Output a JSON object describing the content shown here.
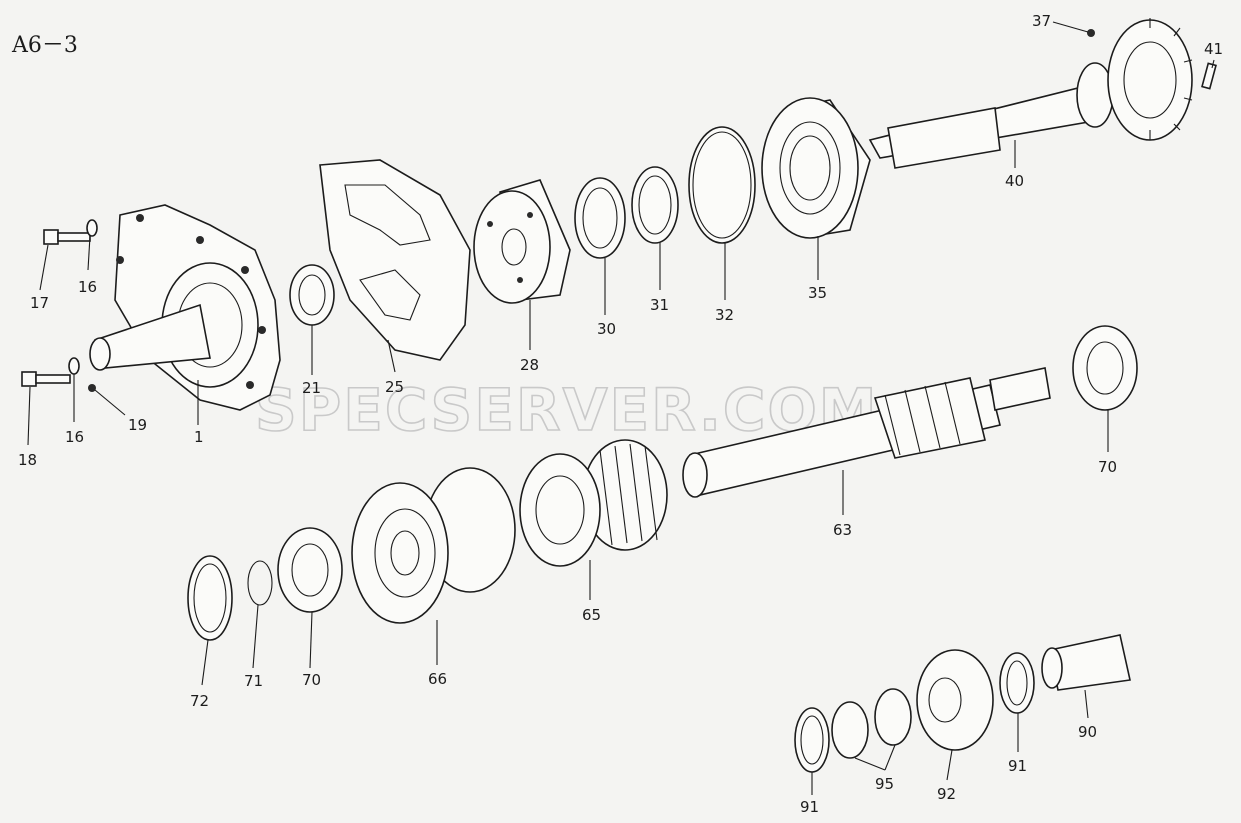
{
  "title": "A6－3",
  "watermark": "SPECSERVER.COM",
  "labels": {
    "l37": "37",
    "l41": "41",
    "l40": "40",
    "l35": "35",
    "l32": "32",
    "l31": "31",
    "l30": "30",
    "l28": "28",
    "l25": "25",
    "l21": "21",
    "l17": "17",
    "l16a": "16",
    "l18": "18",
    "l16b": "16",
    "l19": "19",
    "l1": "1",
    "l70a": "70",
    "l63": "63",
    "l65": "65",
    "l66": "66",
    "l70b": "70",
    "l71": "71",
    "l72": "72",
    "l90": "90",
    "l91a": "91",
    "l92": "92",
    "l95": "95",
    "l91b": "91"
  }
}
